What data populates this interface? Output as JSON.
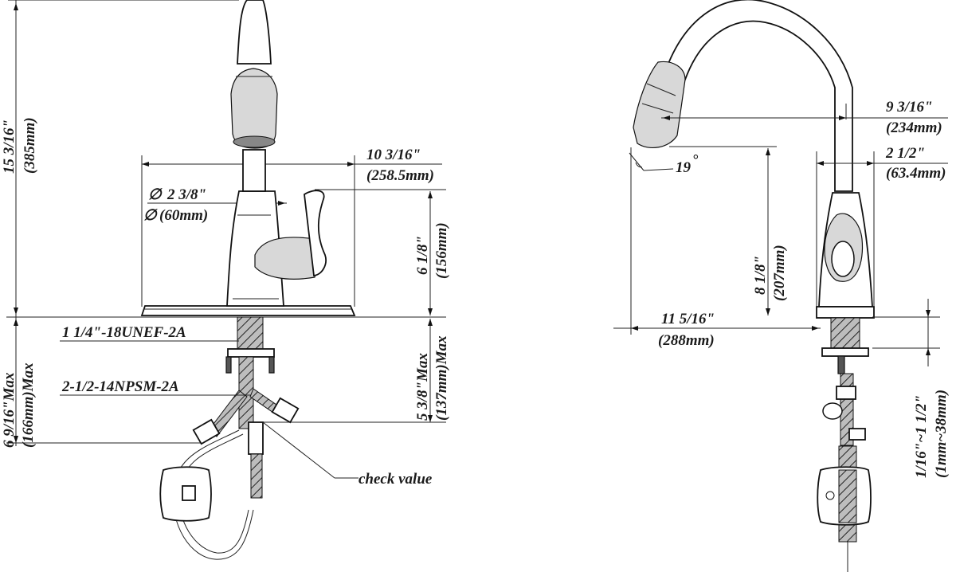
{
  "front_view": {
    "overall_height": {
      "imperial": "15 3/16\"",
      "metric": "(385mm)"
    },
    "deck_plate_width": {
      "imperial": "10 3/16\"",
      "metric": "(258.5mm)"
    },
    "base_diameter": {
      "imperial": "2 3/8\"",
      "metric": "(60mm)",
      "symbol": "∅"
    },
    "deck_to_handle_height": {
      "imperial": "6 1/8\"",
      "metric": "(156mm)"
    },
    "shank_thread": "1 1/4\"-18UNEF-2A",
    "hose_thread": "2-1/2-14NPSM-2A",
    "below_deck_max": {
      "imperial": "6 9/16\"Max",
      "metric": "(166mm)Max"
    },
    "shank_length_max": {
      "imperial": "5 3/8\"Max",
      "metric": "(137mm)Max"
    },
    "check_value_label": "check value"
  },
  "side_view": {
    "spout_reach": {
      "imperial": "9 3/16\"",
      "metric": "(234mm)"
    },
    "spray_angle": {
      "value": "19",
      "unit": "°"
    },
    "handle_offset": {
      "imperial": "2 1/2\"",
      "metric": "(63.4mm)"
    },
    "spout_height": {
      "imperial": "8 1/8\"",
      "metric": "(207mm)"
    },
    "total_reach": {
      "imperial": "11 5/16\"",
      "metric": "(288mm)"
    },
    "deck_thickness": {
      "imperial": "1/16\"~1 1/2\"",
      "metric": "(1mm~38mm)"
    }
  }
}
